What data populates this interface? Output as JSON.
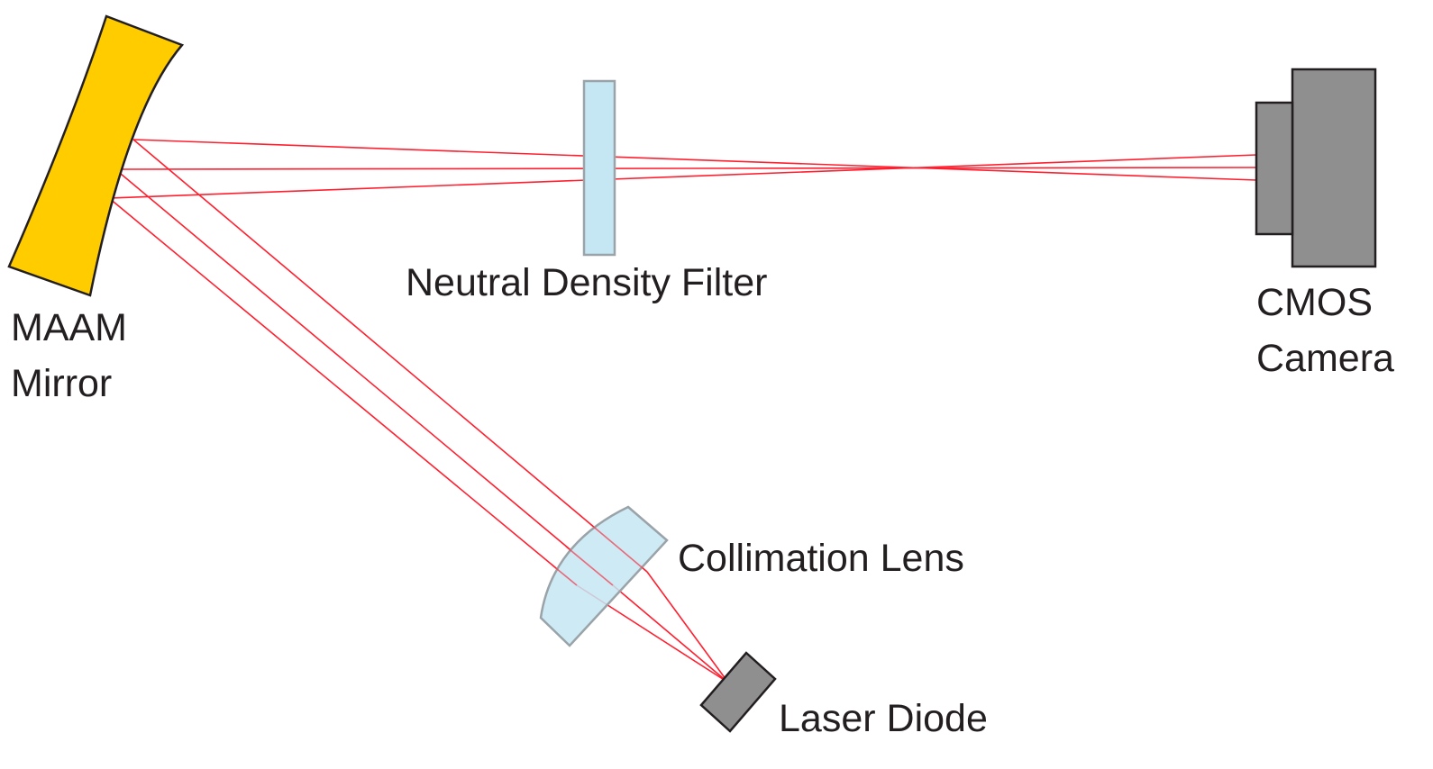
{
  "labels": {
    "mirror_line1": "MAAM",
    "mirror_line2": "Mirror",
    "filter": "Neutral Density Filter",
    "camera_line1": "CMOS",
    "camera_line2": "Camera",
    "lens": "Collimation Lens",
    "laser": "Laser Diode"
  },
  "colors": {
    "beam": "#ff1f2f",
    "mirror_fill": "#ffcc00",
    "glass_fill": "#c5e6f3",
    "glass_stroke": "#9aa3a8",
    "device_fill": "#8f8f8f",
    "outline": "#231f20"
  }
}
